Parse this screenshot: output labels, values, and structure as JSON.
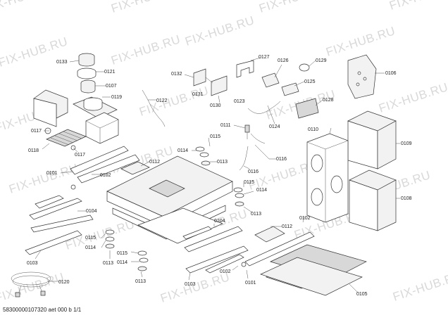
{
  "watermark": "FIX-HUB.RU",
  "footer": "58300000107320 aet 000 b 1/1",
  "labels": {
    "p0133": "0133",
    "p0121": "0121",
    "p0107": "0107",
    "p0119": "0119",
    "p0132": "0132",
    "p0131": "0131",
    "p0130": "0130",
    "p0127": "0127",
    "p0126": "0126",
    "p0129": "0129",
    "p0106": "0106",
    "p0122": "0122",
    "p0123": "0123",
    "p0125": "0125",
    "p0128": "0128",
    "p0124": "0124",
    "p0111": "0111",
    "p0110": "0110",
    "p0109": "0109",
    "p0117a": "0117",
    "p0118": "0118",
    "p0117b": "0117",
    "p0101a": "0101",
    "p0102a": "0102",
    "p0112a": "0112",
    "p0114a": "0114",
    "p0115a": "0115",
    "p0113a": "0113",
    "p0116a": "0116",
    "p0116b": "0116",
    "p0115b": "0115",
    "p0114b": "0114",
    "p0113b": "0113",
    "p0108": "0108",
    "p0103a": "0103",
    "p0104a": "0104",
    "p0115c": "0115",
    "p0114c": "0114",
    "p0113c": "0113",
    "p0115d": "0115",
    "p0114d": "0114",
    "p0113d": "0113",
    "p0104b": "0104",
    "p0102b": "0102",
    "p0112b": "0112",
    "p0120": "0120",
    "p0103b": "0103",
    "p0102c": "0102",
    "p0101b": "0101",
    "p0105": "0105"
  }
}
